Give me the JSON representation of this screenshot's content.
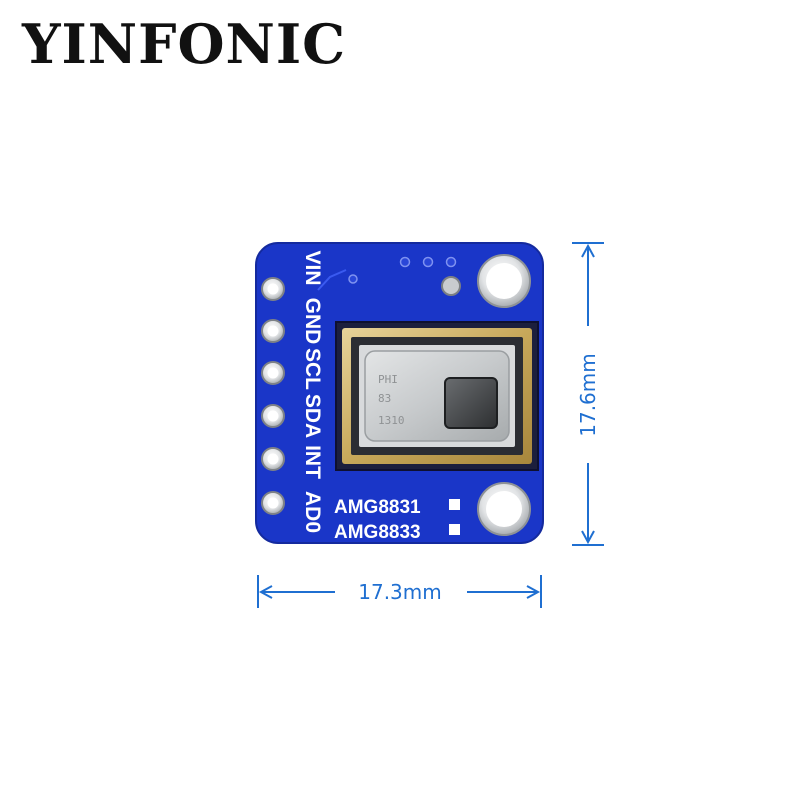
{
  "brand": "YINFONIC",
  "board": {
    "pin_labels": [
      "VIN",
      "GND",
      "SCL",
      "SDA",
      "INT",
      "AD0"
    ],
    "model_labels": [
      "AMG8831",
      "AMG8833"
    ],
    "chip_markings": [
      "PHI",
      "83",
      "1310"
    ]
  },
  "dimensions": {
    "width": "17.3mm",
    "height": "17.6mm"
  },
  "colors": {
    "pcb": "#1a36c8",
    "dimension_line": "#1f6fd1"
  }
}
